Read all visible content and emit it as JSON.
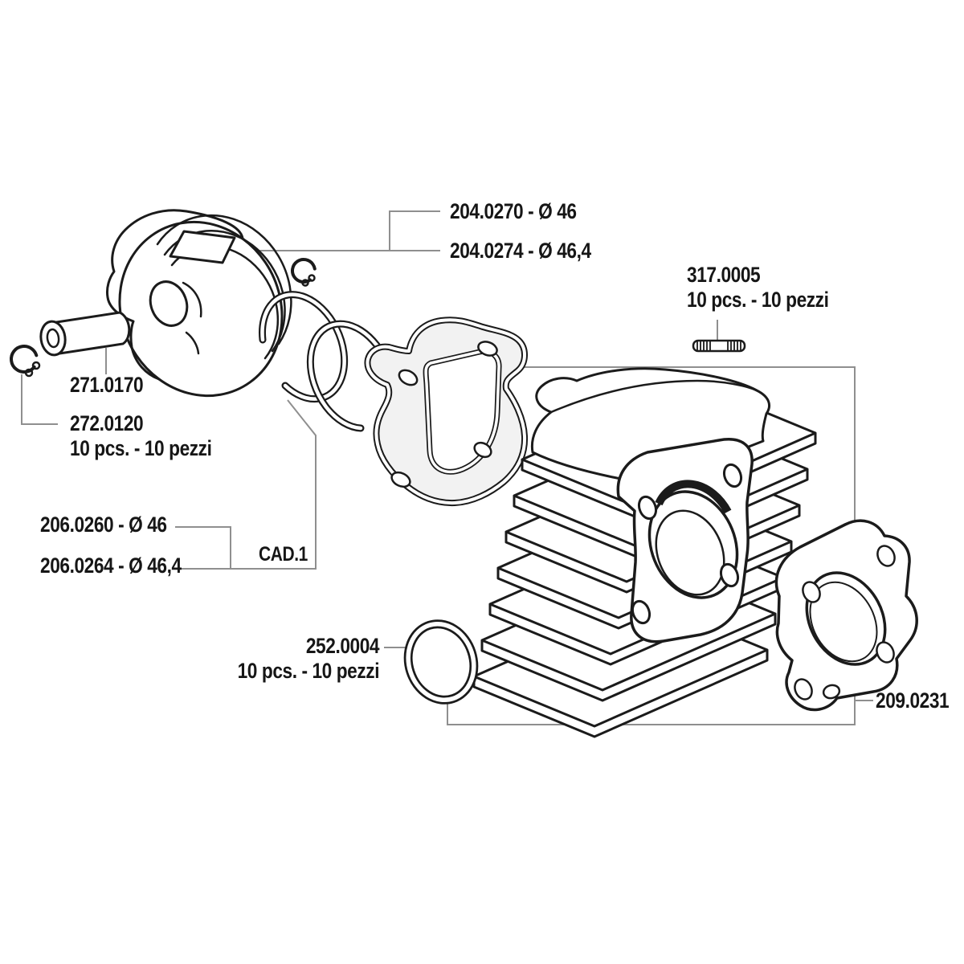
{
  "page": {
    "background": "#ffffff",
    "drawing_line_color": "#1b1b1b",
    "leader_line_color": "#8f8f8f",
    "text_color": "#161616"
  },
  "labels": {
    "label_204_0270": "204.0270 - Ø 46",
    "label_204_0274": "204.0274 - Ø 46,4",
    "label_317": "317.0005",
    "label_317_qty": "10 pcs. - 10 pezzi",
    "label_271": "271.0170",
    "label_272": "272.0120",
    "label_272_qty": "10 pcs. - 10 pezzi",
    "label_206_0260": "206.0260 - Ø 46",
    "label_206_0264": "206.0264 - Ø 46,4",
    "label_cad": "CAD.1",
    "label_252": "252.0004",
    "label_252_qty": "10 pcs. - 10 pezzi",
    "label_209": "209.0231"
  }
}
